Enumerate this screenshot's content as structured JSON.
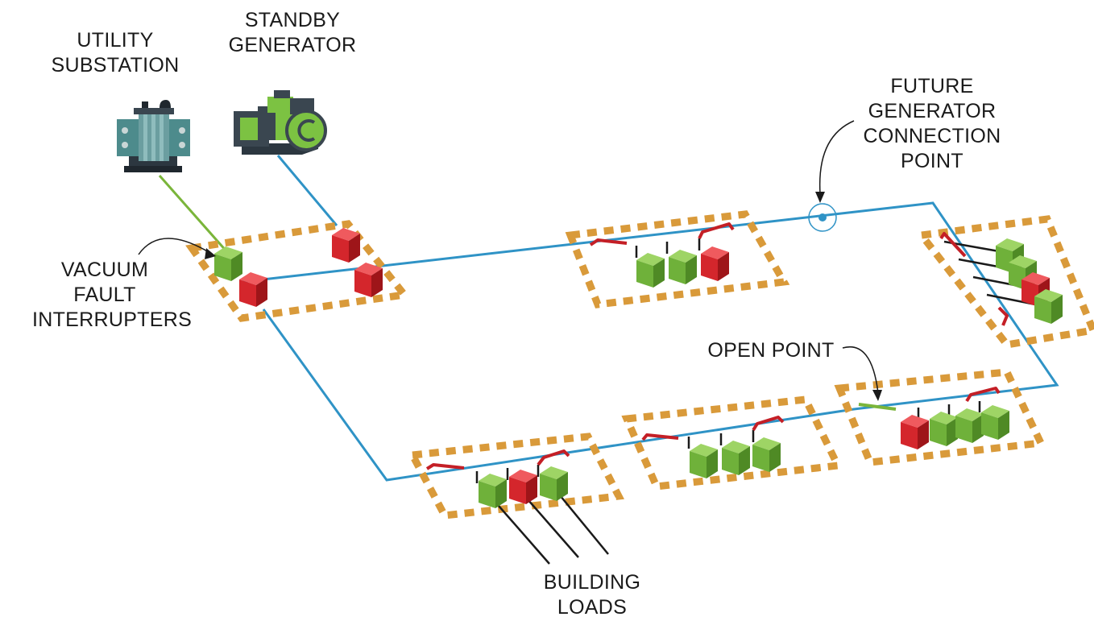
{
  "labels": {
    "utility_substation": [
      "UTILITY",
      "SUBSTATION"
    ],
    "standby_generator": [
      "STANDBY",
      "GENERATOR"
    ],
    "future_generator": [
      "FUTURE",
      "GENERATOR",
      "CONNECTION",
      "POINT"
    ],
    "vacuum_fault_interrupters": [
      "VACUUM",
      "FAULT",
      "INTERRUPTERS"
    ],
    "open_point": "OPEN POINT",
    "building_loads": [
      "BUILDING",
      "LOADS"
    ]
  },
  "colors": {
    "cable": "#2f93c6",
    "utility_feed": "#7ab53a",
    "closed_device": "#6fb13a",
    "open_device": "#d4262c",
    "enclosure_dash": "#d99a3a",
    "equipment_dark": "#3a4650",
    "equipment_teal": "#6b9ea0",
    "equipment_green": "#7cc242"
  },
  "icons": {
    "substation": "transformer-icon",
    "generator": "generator-icon",
    "connection_point": "connection-point-icon"
  }
}
